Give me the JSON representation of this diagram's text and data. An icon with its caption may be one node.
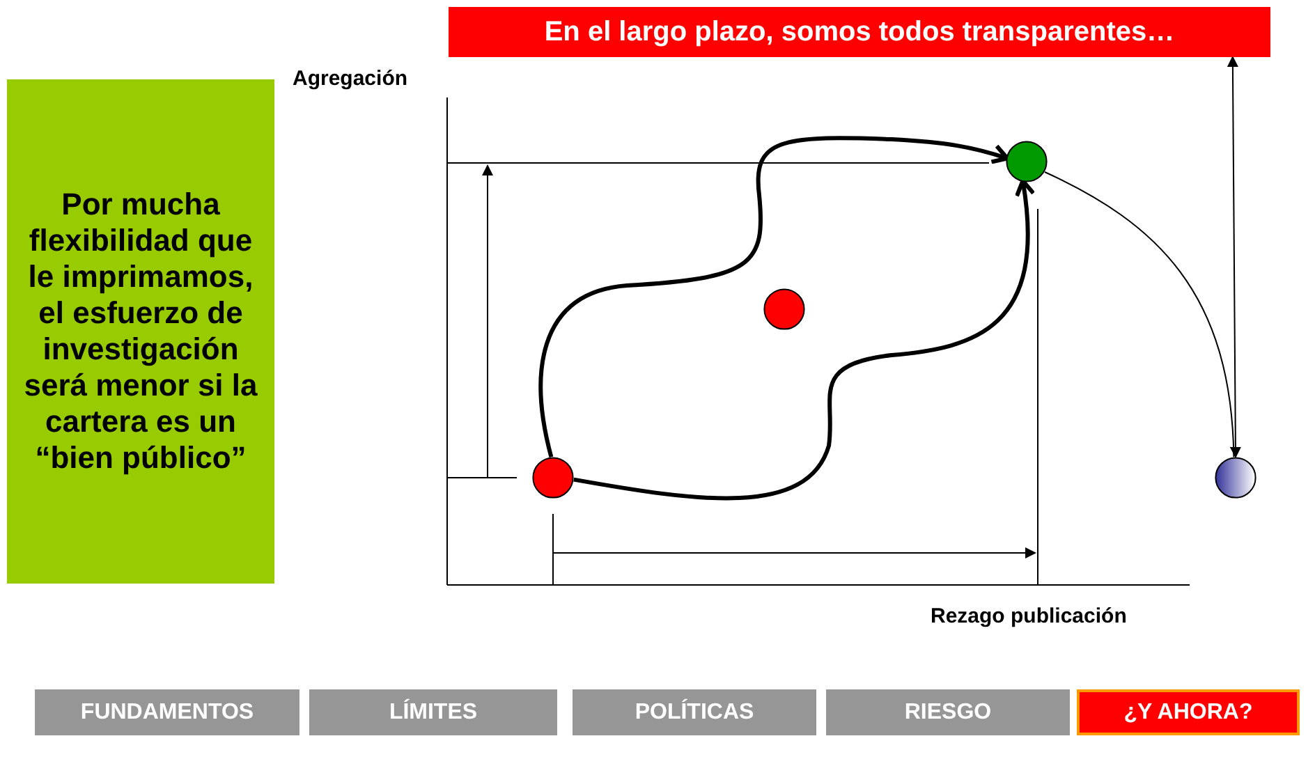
{
  "diagram": {
    "nodes": [
      {
        "text": [
          "En el largo plazo, somos todos transparentes…"
        ]
      },
      {
        "text": [
          "Por mucha flexibilidad que le imprimamos, el esfuerzo de investigación será menor si la cartera es un “bien público”"
        ]
      },
      {
        "text": [],
        "shape": "circle"
      },
      {
        "text": [],
        "shape": "circle"
      },
      {
        "text": [],
        "shape": "circle"
      },
      {
        "text": [],
        "shape": "circle"
      },
      {
        "text": [
          "FUNDAMENTOS"
        ]
      },
      {
        "text": [
          "LÍMITES"
        ]
      },
      {
        "text": [
          "POLÍTICAS"
        ]
      },
      {
        "text": [
          "RIESGO"
        ]
      },
      {
        "text": [
          "¿Y AHORA?"
        ]
      }
    ],
    "edges": [
      {
        "from": 4,
        "to": 2,
        "arrow": "to",
        "style": "thick"
      },
      {
        "from": 4,
        "to": 2,
        "arrow": "to",
        "style": "thick"
      },
      {
        "from": 0,
        "to": 5,
        "arrow": "both"
      },
      {
        "from": 2,
        "to": 5,
        "arrow": "none"
      }
    ],
    "labels": [
      "Agregación",
      "Rezago publicación"
    ]
  }
}
